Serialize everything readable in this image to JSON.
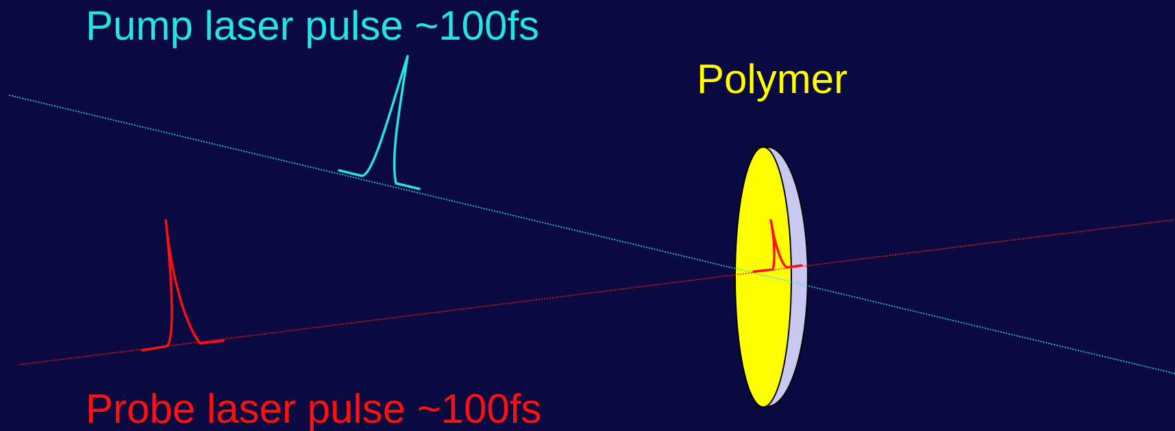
{
  "labels": {
    "pump": "Pump laser pulse ~100fs",
    "probe": "Probe laser pulse ~100fs",
    "sample": "Polymer"
  },
  "colors": {
    "background": "#0a0a40",
    "pump": "#22e5e5",
    "probe": "#ff1010",
    "sample_face": "#ffff00",
    "sample_edge": "#c8c8f0"
  }
}
